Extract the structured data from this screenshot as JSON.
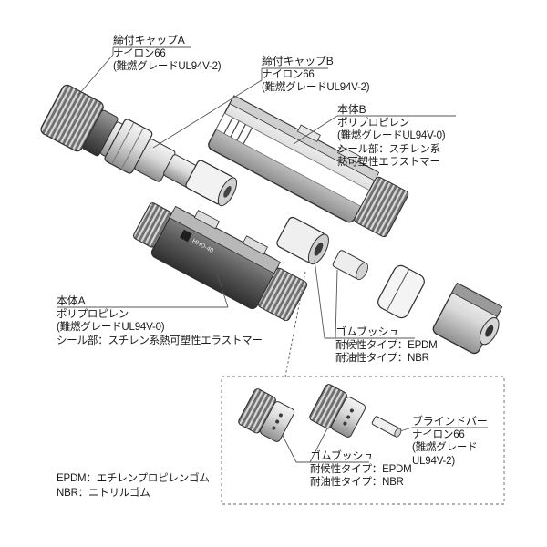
{
  "labels": {
    "cap_a": {
      "lines": [
        "締付キャップA",
        "ナイロン66",
        "(難燃グレードUL94V-2)"
      ]
    },
    "cap_b": {
      "lines": [
        "締付キャップB",
        "ナイロン66",
        "(難燃グレードUL94V-2)"
      ]
    },
    "body_b": {
      "lines": [
        "本体B",
        "ポリプロピレン",
        "(難燃グレードUL94V-0)",
        "シール部：スチレン系",
        "熱可塑性エラストマー"
      ]
    },
    "body_a": {
      "lines": [
        "本体A",
        "ポリプロピレン",
        "(難燃グレードUL94V-0)",
        "シール部：スチレン系熱可塑性エラストマー"
      ]
    },
    "bushing_main": {
      "lines": [
        "ゴムブッシュ",
        "耐候性タイプ：EPDM",
        "耐油性タイプ：NBR"
      ]
    },
    "bushing_inset": {
      "lines": [
        "ゴムブッシュ",
        "耐候性タイプ：EPDM",
        "耐油性タイプ：NBR"
      ]
    },
    "blind_bar": {
      "lines": [
        "ブラインドバー",
        "ナイロン66",
        "(難燃グレード",
        "UL94V-2)"
      ]
    },
    "legend": {
      "lines": [
        "EPDM：エチレンプロピレンゴム",
        "NBR：ニトリルゴム"
      ]
    }
  },
  "body_marking": "HHD-40",
  "colors": {
    "outline": "#2e2e2e",
    "part_fill": "#e6e6e6",
    "part_shade": "#bdbdbd",
    "leader": "#555555"
  }
}
